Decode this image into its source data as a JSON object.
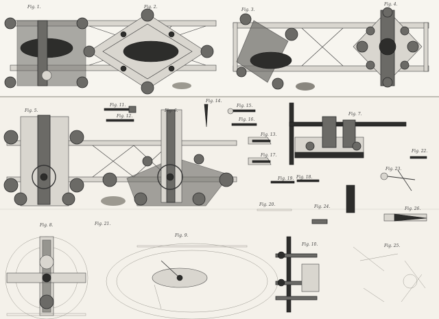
{
  "figures": {
    "fig1": "Fig. 1.",
    "fig2": "Fig. 2.",
    "fig3": "Fig. 3.",
    "fig4": "Fig. 4.",
    "fig5": "Fig. 5.",
    "fig6": "Fig. 6.",
    "fig7": "Fig. 7.",
    "fig8": "Fig. 8.",
    "fig9": "Fig. 9.",
    "fig10": "Fig. 10.",
    "fig11": "Fig. 11.",
    "fig12": "Fig. 12.",
    "fig13": "Fig. 13.",
    "fig14": "Fig. 14.",
    "fig15": "Fig. 15.",
    "fig16": "Fig. 16.",
    "fig17": "Fig. 17.",
    "fig18": "Fig. 18.",
    "fig19": "Fig. 19.",
    "fig20": "Fig. 20.",
    "fig21": "Fig. 21.",
    "fig22": "Fig. 22.",
    "fig23": "Fig. 23.",
    "fig24": "Fig. 24.",
    "fig25": "Fig. 25.",
    "fig26": "Fig. 26."
  },
  "colors": {
    "paper": "#f4f1ea",
    "ink": "#2a2a2a",
    "metal": "#6b6a66"
  }
}
